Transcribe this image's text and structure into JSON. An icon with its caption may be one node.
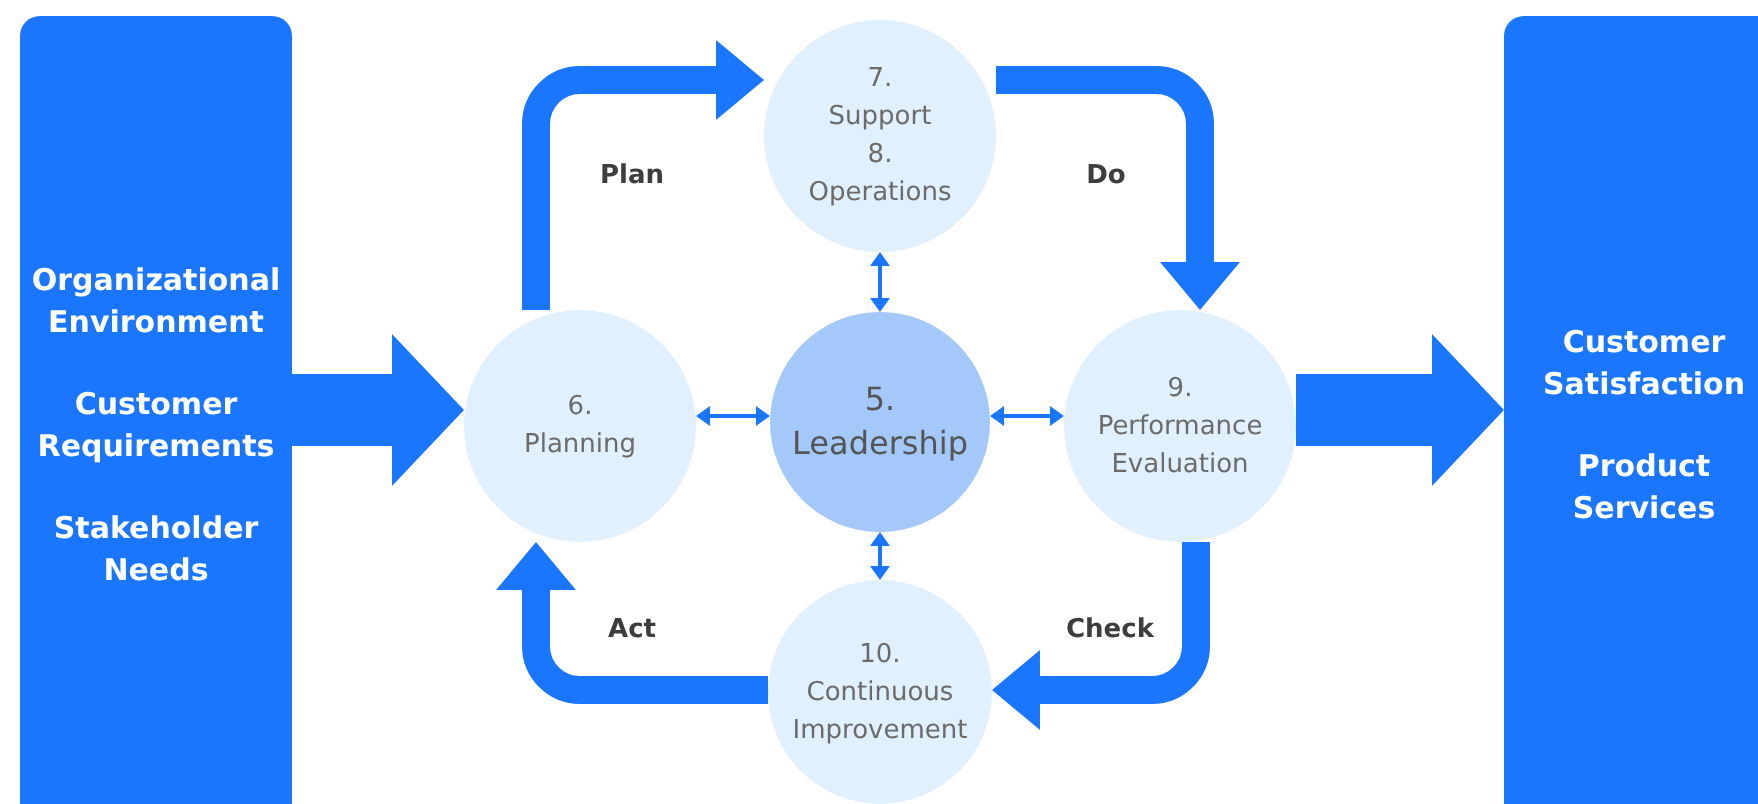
{
  "diagram": {
    "nodes": [
      {
        "text": [
          "Organizational Environment",
          "Customer Requirements",
          "Stakeholder Needs"
        ]
      },
      {
        "text": [
          "7. Support",
          "8. Operations"
        ]
      },
      {
        "text": [
          "6. Planning"
        ]
      },
      {
        "text": [
          "5. Leadership"
        ]
      },
      {
        "text": [
          "9. Performance Evaluation"
        ]
      },
      {
        "text": [
          "10. Continuous Improvement"
        ]
      },
      {
        "text": [
          "Customer Satisfaction",
          "Product Services"
        ]
      }
    ],
    "edges": [
      {
        "from": 0,
        "to": 2,
        "arrow": "to",
        "style": "thick"
      },
      {
        "from": 2,
        "to": 1,
        "arrow": "to",
        "label": "Plan"
      },
      {
        "from": 1,
        "to": 4,
        "arrow": "to",
        "label": "Do"
      },
      {
        "from": 4,
        "to": 5,
        "arrow": "to",
        "label": "Check"
      },
      {
        "from": 5,
        "to": 2,
        "arrow": "to",
        "label": "Act"
      },
      {
        "from": 4,
        "to": 6,
        "arrow": "to",
        "style": "thick"
      },
      {
        "from": 3,
        "to": 1,
        "arrow": "both"
      },
      {
        "from": 3,
        "to": 2,
        "arrow": "both"
      },
      {
        "from": 3,
        "to": 4,
        "arrow": "both"
      },
      {
        "from": 3,
        "to": 5,
        "arrow": "both"
      }
    ]
  }
}
